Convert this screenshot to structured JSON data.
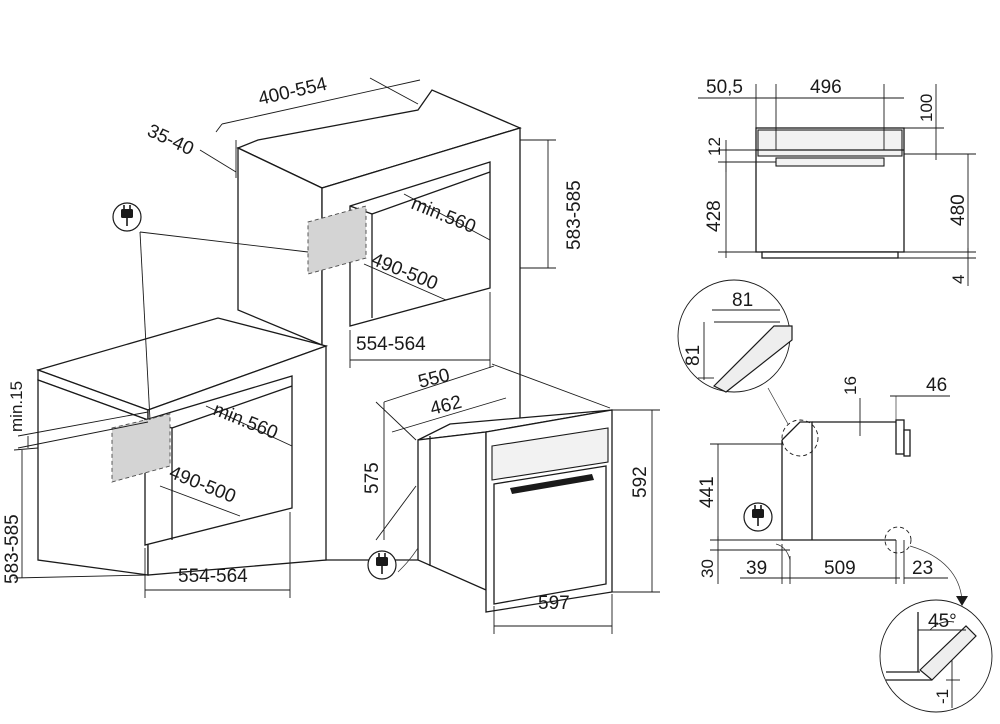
{
  "page": {
    "background": "#ffffff",
    "line_color": "#1a1a1a",
    "recess_color": "#d4d4d4"
  },
  "tall_unit": {
    "depth": "400-554",
    "back_gap": "35-40",
    "height": "583-585",
    "niche_depth": "min.560",
    "niche_inner": "490-500",
    "width": "554-564"
  },
  "under_counter": {
    "clearance": "min.15",
    "height": "583-585",
    "niche_depth": "min.560",
    "niche_inner": "490-500",
    "width": "554-564"
  },
  "oven_front": {
    "depth_total": "550",
    "depth_body": "462",
    "body_height": "575",
    "total_height": "592",
    "width": "597"
  },
  "top_section": {
    "offset": "50,5",
    "width": "496",
    "top_gap": "100",
    "panel_height": "12",
    "body_height": "428",
    "total_height": "480",
    "foot": "4"
  },
  "corner_detail": {
    "x": "81",
    "y": "81"
  },
  "side_section": {
    "top": "16",
    "door": "46",
    "height": "441",
    "base": "30",
    "front": "39",
    "depth": "509",
    "rear": "23"
  },
  "hinge_detail": {
    "angle": "45°",
    "offset": "-1"
  },
  "icons": [
    "power-plug-icon",
    "power-plug-icon",
    "power-plug-icon",
    "power-plug-icon"
  ]
}
